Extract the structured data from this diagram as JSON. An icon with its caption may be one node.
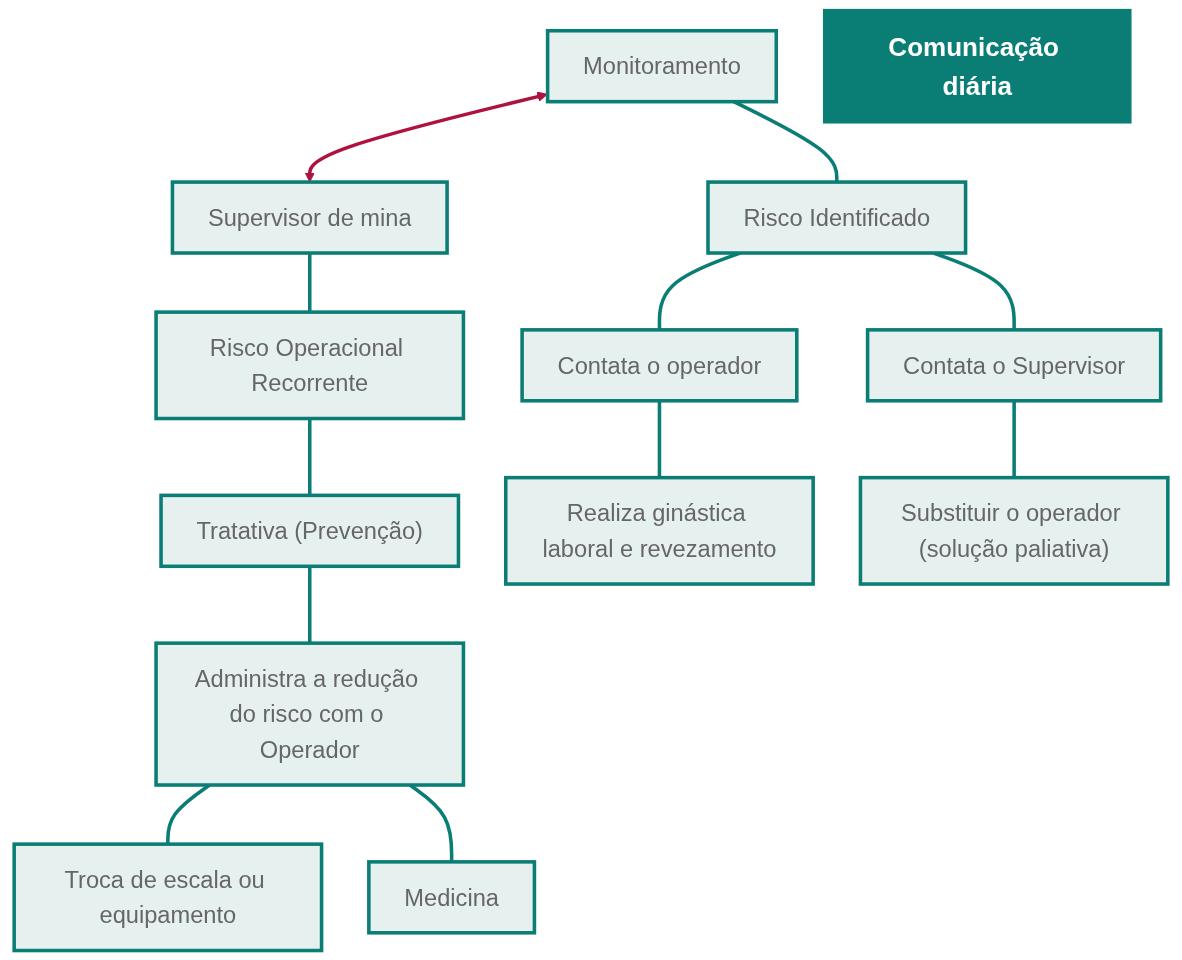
{
  "diagram": {
    "nodes": [
      {
        "text": [
          "Monitoramento"
        ]
      },
      {
        "text": [
          "Comunicação diária"
        ]
      },
      {
        "text": [
          "Supervisor de mina"
        ]
      },
      {
        "text": [
          "Risco Identificado"
        ]
      },
      {
        "text": [
          "Risco Operacional Recorrente"
        ]
      },
      {
        "text": [
          "Tratativa (Prevenção)"
        ]
      },
      {
        "text": [
          "Contata o operador"
        ]
      },
      {
        "text": [
          "Contata o Supervisor"
        ]
      },
      {
        "text": [
          "Administra a redução do risco com o Operador"
        ]
      },
      {
        "text": [
          "Realiza ginástica laboral e revezamento"
        ]
      },
      {
        "text": [
          "Substituir o operador (solução paliativa)"
        ]
      },
      {
        "text": [
          "Troca de escala ou equipamento"
        ]
      },
      {
        "text": [
          "Medicina"
        ]
      }
    ],
    "edges": [
      {
        "from": 0,
        "to": 2,
        "arrow": "both",
        "color": "#b0123f"
      },
      {
        "from": 0,
        "to": 3,
        "arrow": "none"
      },
      {
        "from": 3,
        "to": 6,
        "arrow": "none"
      },
      {
        "from": 3,
        "to": 7,
        "arrow": "none"
      },
      {
        "from": 6,
        "to": 9,
        "arrow": "none"
      },
      {
        "from": 7,
        "to": 10,
        "arrow": "none"
      },
      {
        "from": 2,
        "to": 4,
        "arrow": "none"
      },
      {
        "from": 4,
        "to": 5,
        "arrow": "none"
      },
      {
        "from": 5,
        "to": 8,
        "arrow": "none"
      },
      {
        "from": 8,
        "to": 11,
        "arrow": "none"
      },
      {
        "from": 8,
        "to": 12,
        "arrow": "none"
      }
    ]
  }
}
